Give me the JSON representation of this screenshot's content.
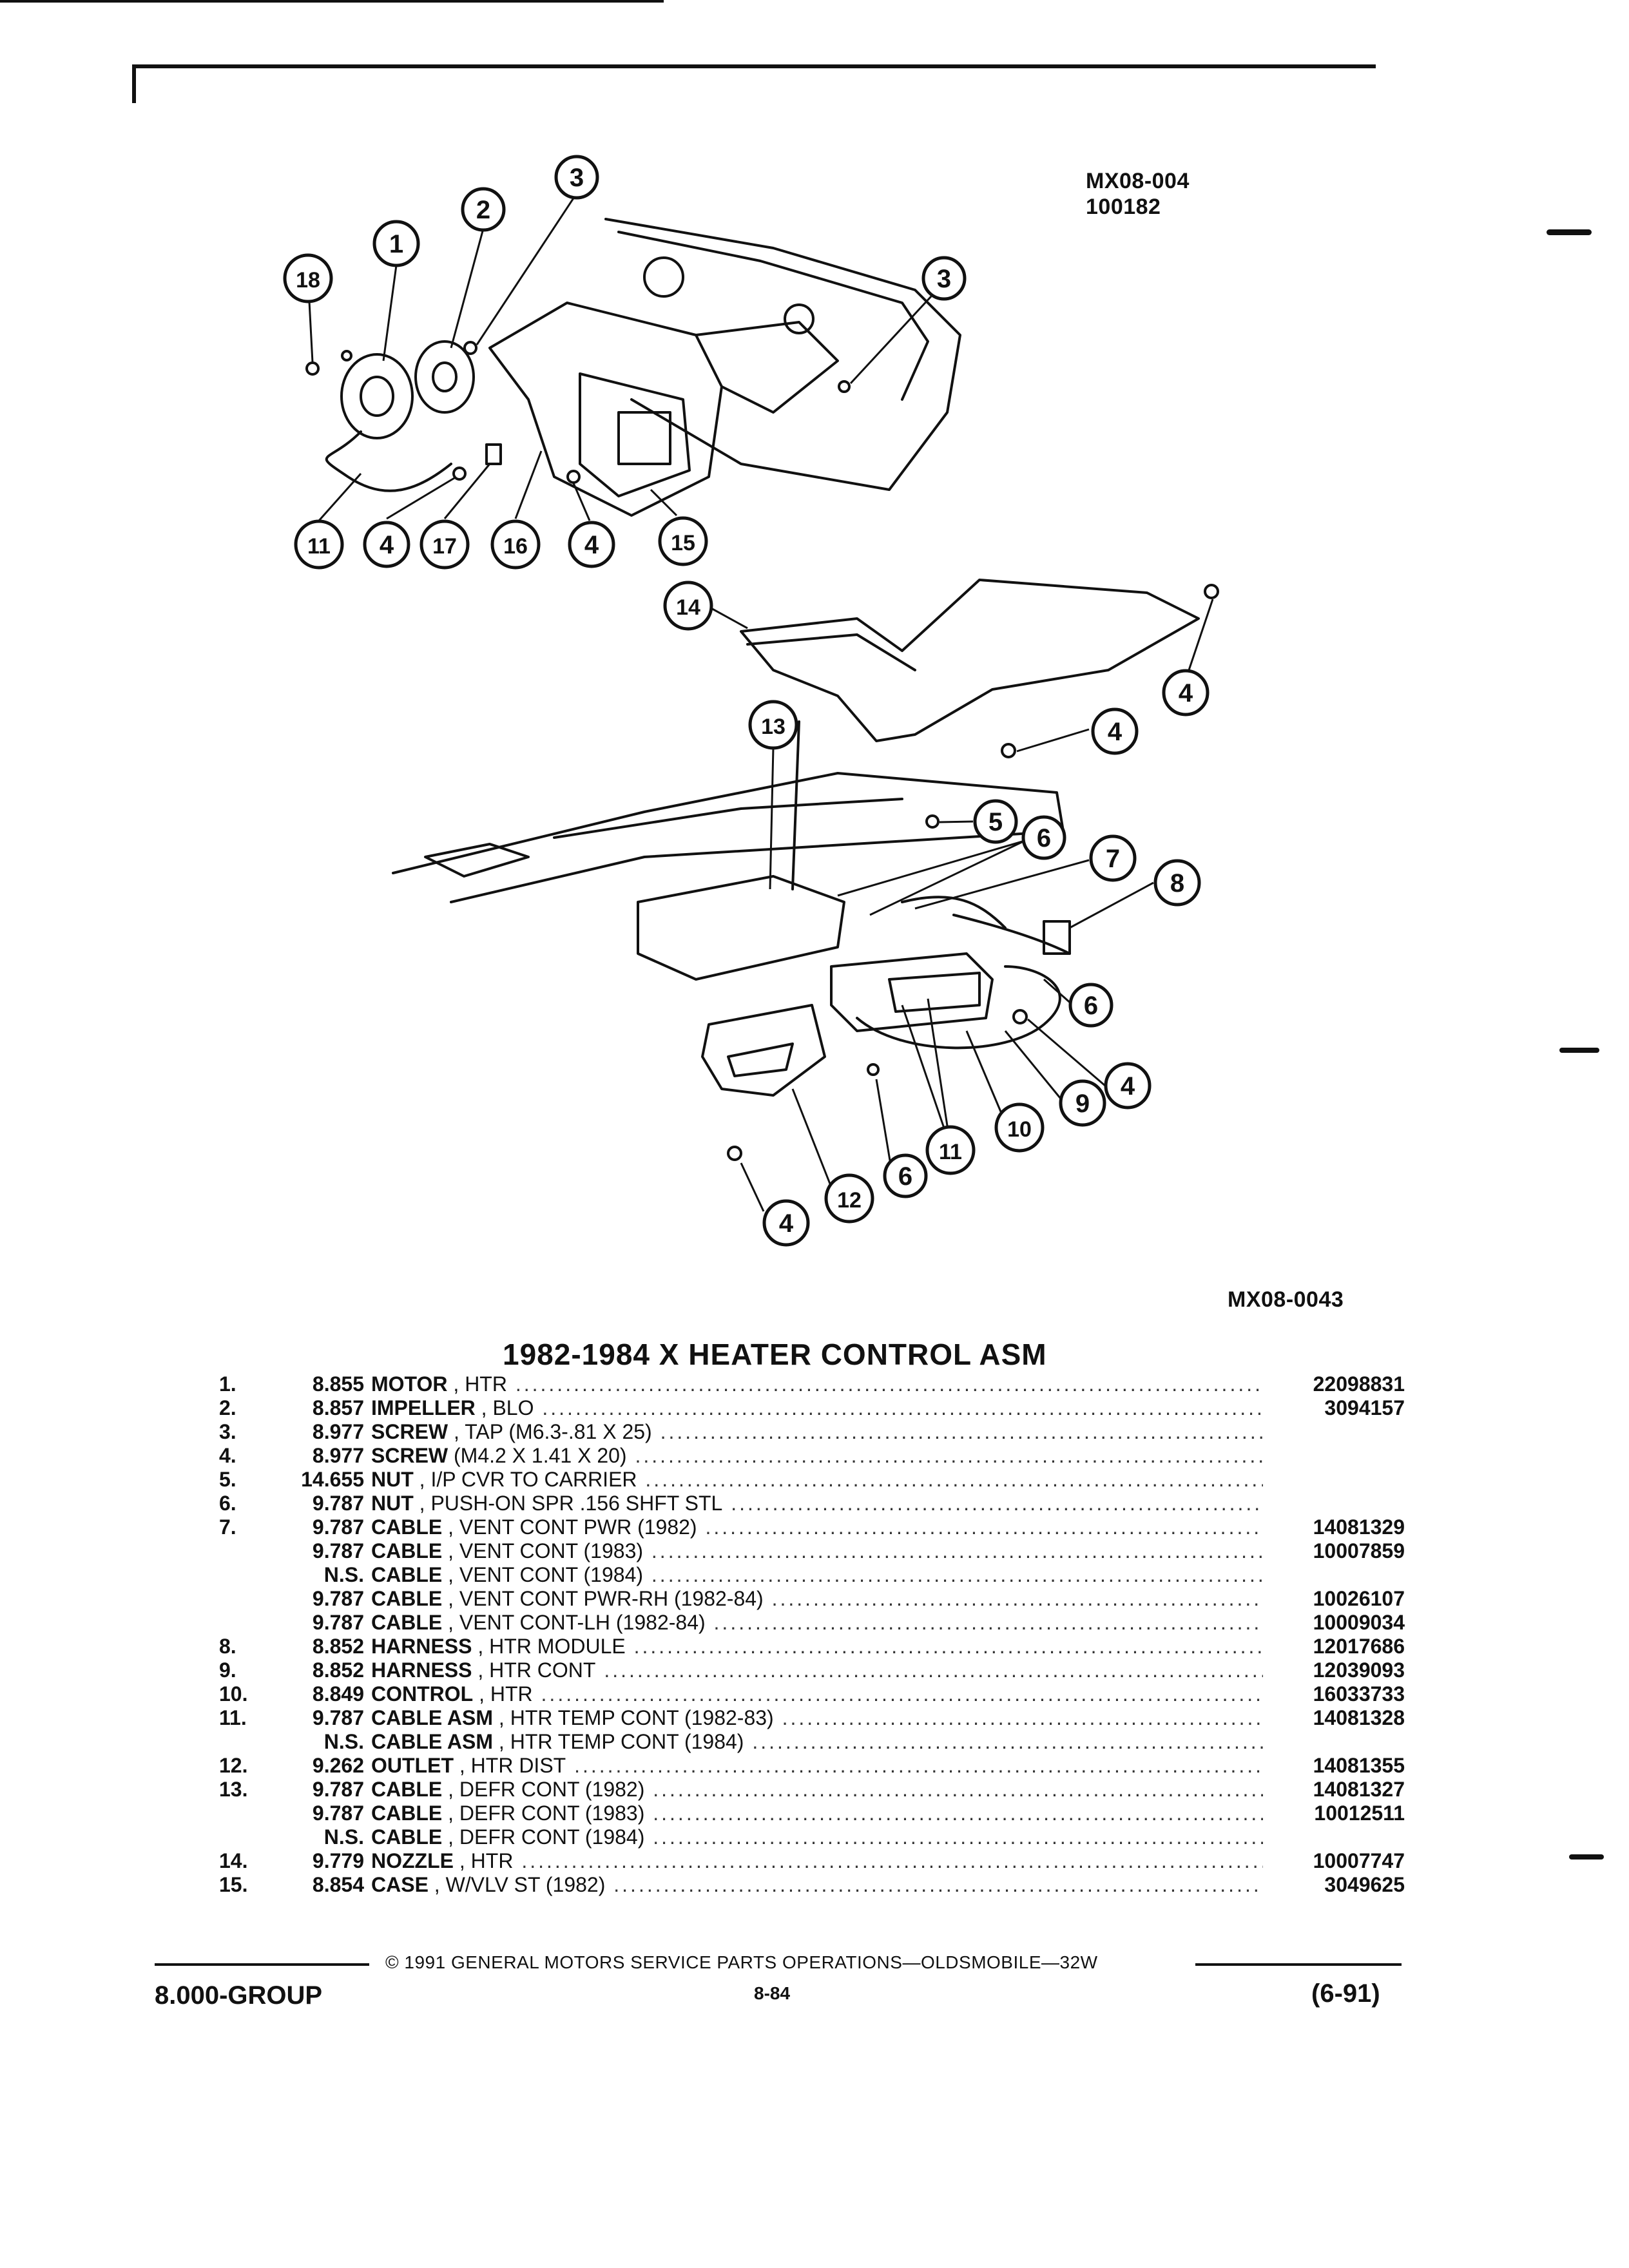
{
  "diagram": {
    "upper_code": "MX08-004",
    "upper_date": "100182",
    "lower_code": "MX08-0043",
    "callouts": [
      "1",
      "2",
      "3",
      "3",
      "18",
      "11",
      "4",
      "17",
      "16",
      "4",
      "15",
      "14",
      "4",
      "4",
      "13",
      "5",
      "6",
      "7",
      "8",
      "6",
      "4",
      "9",
      "10",
      "11",
      "6",
      "12",
      "4"
    ]
  },
  "title": "1982-1984 X HEATER CONTROL ASM",
  "parts": [
    {
      "no": "1.",
      "grp": "8.855",
      "name": "MOTOR",
      "desc": ", HTR",
      "pn": "22098831"
    },
    {
      "no": "2.",
      "grp": "8.857",
      "name": "IMPELLER",
      "desc": ", BLO",
      "pn": "3094157"
    },
    {
      "no": "3.",
      "grp": "8.977",
      "name": "SCREW",
      "desc": ", TAP (M6.3-.81 X 25)",
      "pn": ""
    },
    {
      "no": "4.",
      "grp": "8.977",
      "name": "SCREW",
      "desc": "(M4.2 X 1.41 X 20)",
      "pn": ""
    },
    {
      "no": "5.",
      "grp": "14.655",
      "name": "NUT",
      "desc": ", I/P CVR TO CARRIER",
      "pn": ""
    },
    {
      "no": "6.",
      "grp": "9.787",
      "name": "NUT",
      "desc": ", PUSH-ON SPR .156 SHFT STL",
      "pn": ""
    },
    {
      "no": "7.",
      "grp": "9.787",
      "name": "CABLE",
      "desc": ", VENT CONT PWR (1982)",
      "pn": "14081329"
    },
    {
      "no": "",
      "grp": "9.787",
      "name": "CABLE",
      "desc": ", VENT CONT (1983)",
      "pn": "10007859"
    },
    {
      "no": "",
      "grp": "N.S.",
      "name": "CABLE",
      "desc": ", VENT CONT (1984)",
      "pn": ""
    },
    {
      "no": "",
      "grp": "9.787",
      "name": "CABLE",
      "desc": ", VENT CONT PWR-RH (1982-84)",
      "pn": "10026107"
    },
    {
      "no": "",
      "grp": "9.787",
      "name": "CABLE",
      "desc": ", VENT CONT-LH (1982-84)",
      "pn": "10009034"
    },
    {
      "no": "8.",
      "grp": "8.852",
      "name": "HARNESS",
      "desc": ", HTR MODULE",
      "pn": "12017686"
    },
    {
      "no": "9.",
      "grp": "8.852",
      "name": "HARNESS",
      "desc": ", HTR CONT",
      "pn": "12039093"
    },
    {
      "no": "10.",
      "grp": "8.849",
      "name": "CONTROL",
      "desc": ", HTR",
      "pn": "16033733"
    },
    {
      "no": "11.",
      "grp": "9.787",
      "name": "CABLE ASM",
      "desc": ", HTR TEMP CONT (1982-83)",
      "pn": "14081328"
    },
    {
      "no": "",
      "grp": "N.S.",
      "name": "CABLE ASM",
      "desc": ", HTR TEMP CONT (1984)",
      "pn": ""
    },
    {
      "no": "12.",
      "grp": "9.262",
      "name": "OUTLET",
      "desc": ", HTR DIST",
      "pn": "14081355"
    },
    {
      "no": "13.",
      "grp": "9.787",
      "name": "CABLE",
      "desc": ", DEFR CONT (1982)",
      "pn": "14081327"
    },
    {
      "no": "",
      "grp": "9.787",
      "name": "CABLE",
      "desc": ", DEFR CONT (1983)",
      "pn": "10012511"
    },
    {
      "no": "",
      "grp": "N.S.",
      "name": "CABLE",
      "desc": ", DEFR CONT (1984)",
      "pn": ""
    },
    {
      "no": "14.",
      "grp": "9.779",
      "name": "NOZZLE",
      "desc": ", HTR",
      "pn": "10007747"
    },
    {
      "no": "15.",
      "grp": "8.854",
      "name": "CASE",
      "desc": ", W/VLV ST (1982)",
      "pn": "3049625"
    }
  ],
  "footer": {
    "copyright": "© 1991 GENERAL MOTORS SERVICE PARTS OPERATIONS—OLDSMOBILE—32W",
    "group": "8.000-GROUP",
    "page": "8-84",
    "revision": "(6-91)"
  }
}
